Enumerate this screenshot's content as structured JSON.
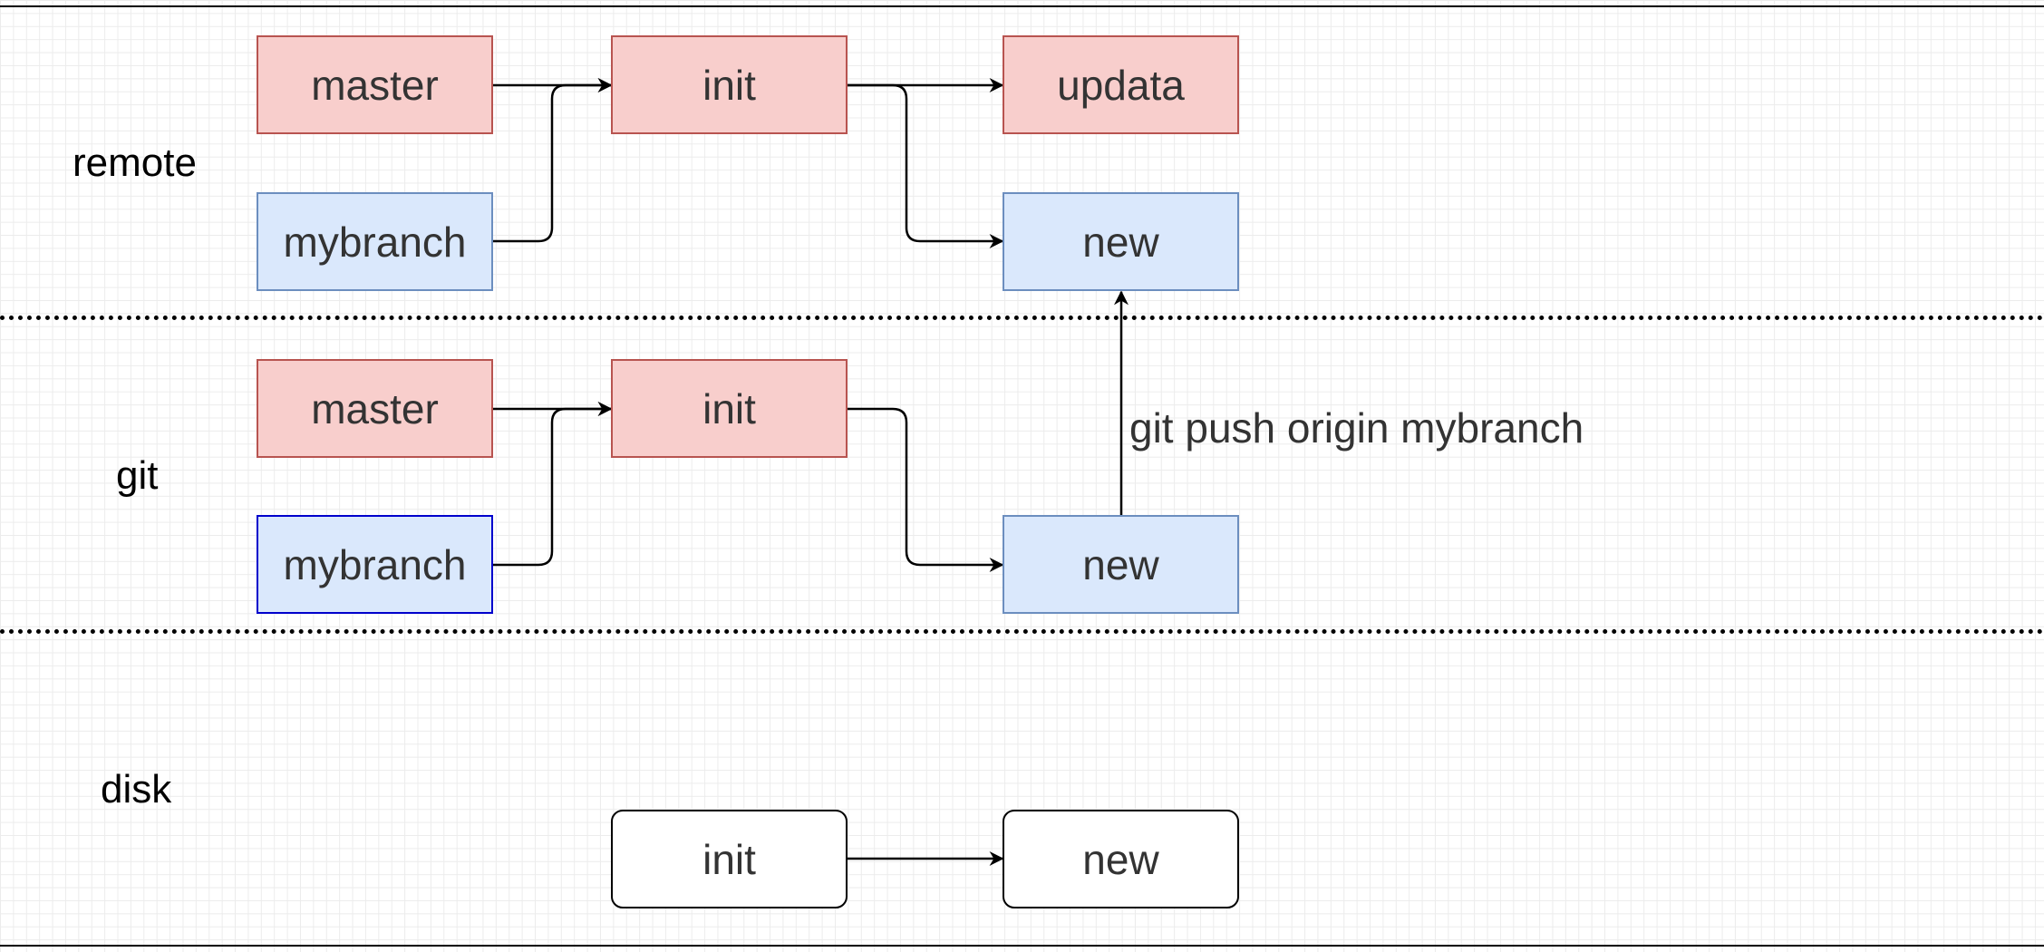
{
  "lanes": {
    "remote": "remote",
    "git": "git",
    "disk": "disk"
  },
  "remote": {
    "master": "master",
    "mybranch": "mybranch",
    "init": "init",
    "updata": "updata",
    "new": "new"
  },
  "git": {
    "master": "master",
    "mybranch": "mybranch",
    "init": "init",
    "new": "new"
  },
  "disk": {
    "init": "init",
    "new": "new"
  },
  "push_label": "git push origin mybranch",
  "colors": {
    "red_fill": "#f8cecc",
    "red_stroke": "#b85450",
    "blue_fill": "#dae8fc",
    "blue_stroke": "#6c8ebf",
    "blue_selected_stroke": "#0000cc"
  }
}
